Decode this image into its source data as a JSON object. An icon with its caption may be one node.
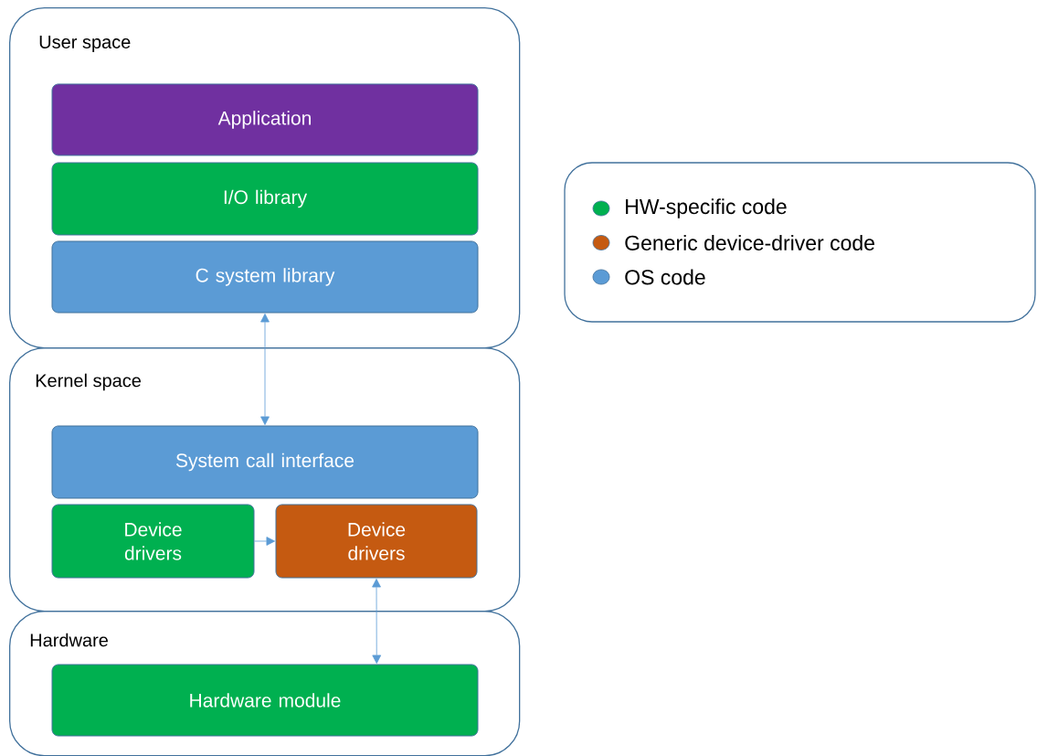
{
  "diagram": {
    "nodes": [
      {
        "text": [
          "User space"
        ]
      },
      {
        "text": [
          "Application"
        ],
        "in": 0
      },
      {
        "text": [
          "I/O library"
        ],
        "in": 0
      },
      {
        "text": [
          "C system library"
        ],
        "in": 0
      },
      {
        "text": [
          "Kernel space"
        ]
      },
      {
        "text": [
          "System call interface"
        ],
        "in": 4
      },
      {
        "text": [
          "Device drivers"
        ],
        "in": 4
      },
      {
        "text": [
          "Device drivers"
        ],
        "in": 4
      },
      {
        "text": [
          "Hardware"
        ]
      },
      {
        "text": [
          "Hardware module"
        ],
        "in": 8
      }
    ],
    "edges": [
      {
        "from": 3,
        "to": 5,
        "arrow": "both"
      },
      {
        "from": 6,
        "to": 7,
        "arrow": "to"
      },
      {
        "from": 7,
        "to": 9,
        "arrow": "both"
      }
    ],
    "legend": [
      {
        "text": "HW-specific code",
        "color": "#00b050"
      },
      {
        "text": "Generic device-driver code",
        "color": "#c55a11"
      },
      {
        "text": "OS code",
        "color": "#5b9bd5"
      }
    ]
  }
}
